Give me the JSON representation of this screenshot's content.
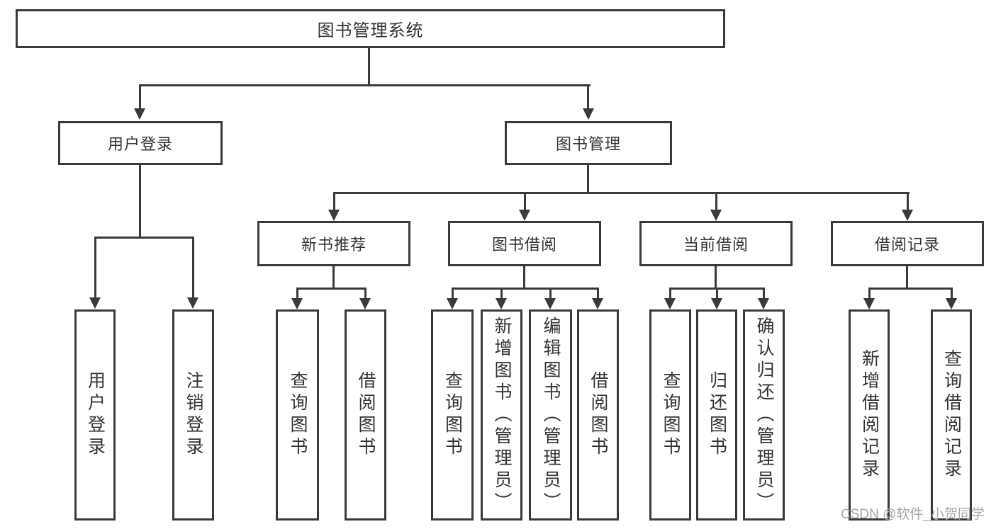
{
  "diagram_title": "图书管理系统",
  "tree": {
    "label": "图书管理系统",
    "children": [
      {
        "label": "用户登录",
        "children": [
          {
            "label": "用户登录"
          },
          {
            "label": "注销登录"
          }
        ]
      },
      {
        "label": "图书管理",
        "children": [
          {
            "label": "新书推荐",
            "children": [
              {
                "label": "查询图书"
              },
              {
                "label": "借阅图书"
              }
            ]
          },
          {
            "label": "图书借阅",
            "children": [
              {
                "label": "查询图书"
              },
              {
                "label": "新增图书（管理员）"
              },
              {
                "label": "编辑图书（管理员）"
              },
              {
                "label": "借阅图书"
              }
            ]
          },
          {
            "label": "当前借阅",
            "children": [
              {
                "label": "查询图书"
              },
              {
                "label": "归还图书"
              },
              {
                "label": "确认归还（管理员）"
              }
            ]
          },
          {
            "label": "借阅记录",
            "children": [
              {
                "label": "新增借阅记录"
              },
              {
                "label": "查询借阅记录"
              }
            ]
          }
        ]
      }
    ]
  },
  "watermark": {
    "text": "CSDN @软件_小贺同学"
  },
  "colors": {
    "line": "#3a3a3a",
    "text": "#333333",
    "watermark": "#a6a6a6",
    "background": "#ffffff"
  }
}
